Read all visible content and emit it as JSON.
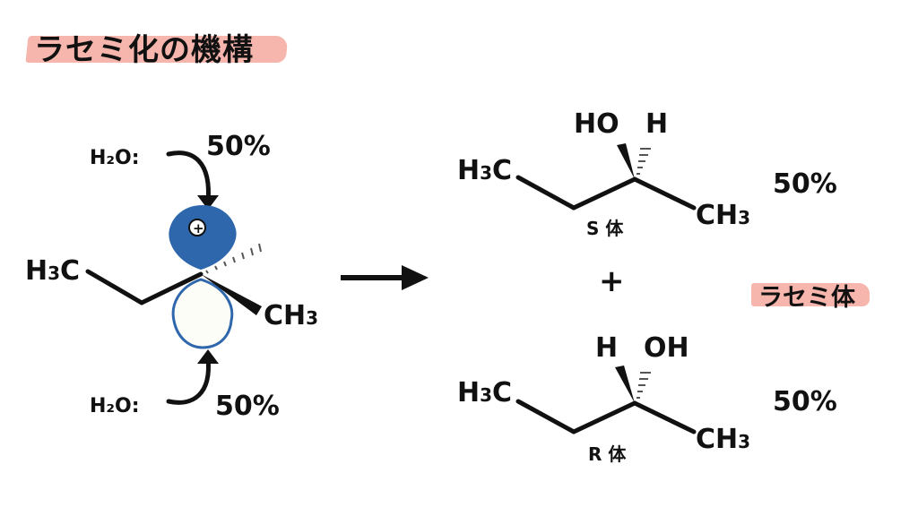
{
  "title": "ラセミ化の機構",
  "colors": {
    "highlight": "#f6b5ad",
    "lobe_blue": "#2f67ad",
    "lobe_fill": "#fdfdf7",
    "ink": "#111111"
  },
  "left_molecule": {
    "top_reagent": "H₂O:",
    "top_percent": "50%",
    "bottom_reagent": "H₂O:",
    "bottom_percent": "50%",
    "charge_symbol": "+",
    "left_group_main": "H",
    "left_group_sub": "3",
    "left_group_tail": "C",
    "right_group_main": "CH",
    "right_group_sub": "3"
  },
  "arrow_label": "",
  "s_product": {
    "top_left": "HO",
    "top_right": "H",
    "left_main": "H",
    "left_sub": "3",
    "left_tail": "C",
    "right_main": "CH",
    "right_sub": "3",
    "label": "S 体",
    "percent": "50%"
  },
  "plus": "+",
  "racemic_label": "ラセミ体",
  "r_product": {
    "top_left": "H",
    "top_right": "OH",
    "left_main": "H",
    "left_sub": "3",
    "left_tail": "C",
    "right_main": "CH",
    "right_sub": "3",
    "label": "R 体",
    "percent": "50%"
  }
}
